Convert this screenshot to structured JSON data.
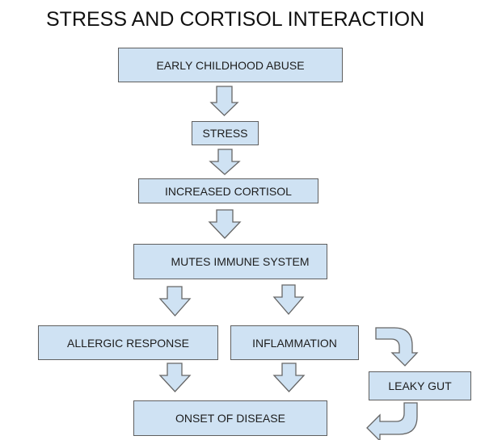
{
  "diagram": {
    "title": "STRESS AND CORTISOL INTERACTION",
    "colors": {
      "box_fill": "#cfe2f3",
      "box_border": "#5f5f5f",
      "text": "#1a1a1a"
    },
    "nodes": [
      {
        "id": "early-childhood-abuse",
        "label": "EARLY CHILDHOOD ABUSE"
      },
      {
        "id": "stress",
        "label": "STRESS"
      },
      {
        "id": "increased-cortisol",
        "label": "INCREASED CORTISOL"
      },
      {
        "id": "mutes-immune-system",
        "label": "MUTES IMMUNE SYSTEM"
      },
      {
        "id": "allergic-response",
        "label": "ALLERGIC RESPONSE"
      },
      {
        "id": "inflammation",
        "label": "INFLAMMATION"
      },
      {
        "id": "leaky-gut",
        "label": "LEAKY GUT"
      },
      {
        "id": "onset-of-disease",
        "label": "ONSET OF DISEASE"
      }
    ],
    "edges": [
      {
        "from": "early-childhood-abuse",
        "to": "stress",
        "style": "block-arrow-down"
      },
      {
        "from": "stress",
        "to": "increased-cortisol",
        "style": "block-arrow-down"
      },
      {
        "from": "increased-cortisol",
        "to": "mutes-immune-system",
        "style": "block-arrow-down"
      },
      {
        "from": "mutes-immune-system",
        "to": "allergic-response",
        "style": "block-arrow-down"
      },
      {
        "from": "mutes-immune-system",
        "to": "inflammation",
        "style": "block-arrow-down"
      },
      {
        "from": "allergic-response",
        "to": "onset-of-disease",
        "style": "block-arrow-down"
      },
      {
        "from": "inflammation",
        "to": "onset-of-disease",
        "style": "block-arrow-down"
      },
      {
        "from": "inflammation",
        "to": "leaky-gut",
        "style": "curved-arrow"
      },
      {
        "from": "leaky-gut",
        "to": "onset-of-disease",
        "style": "curved-arrow"
      }
    ]
  }
}
